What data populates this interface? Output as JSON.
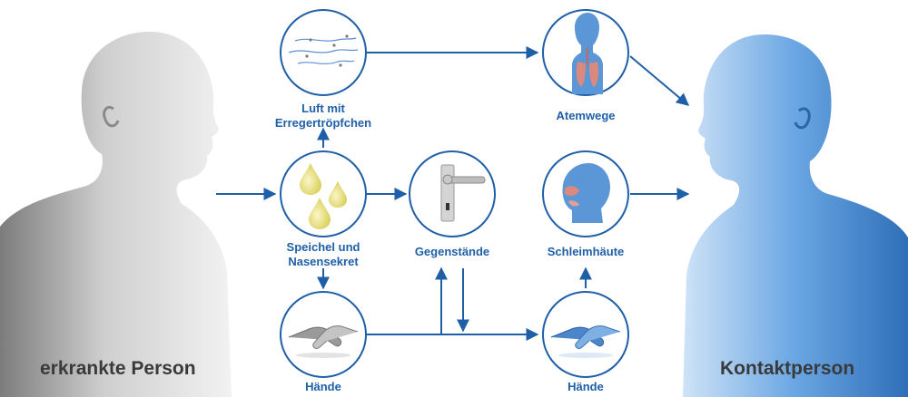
{
  "left_person": {
    "label": "erkrankte Person"
  },
  "right_person": {
    "label": "Kontaktperson"
  },
  "nodes": {
    "air": {
      "label_line1": "Luft mit",
      "label_line2": "Erregertröpfchen",
      "icon": "aerosol-droplets-icon"
    },
    "saliva": {
      "label_line1": "Speichel und",
      "label_line2": "Nasensekret",
      "icon": "saliva-drops-icon"
    },
    "hands_left": {
      "label": "Hände",
      "icon": "handshake-icon"
    },
    "objects": {
      "label": "Gegenstände",
      "icon": "door-handle-icon"
    },
    "airways": {
      "label": "Atemwege",
      "icon": "respiratory-tract-icon"
    },
    "mucosa": {
      "label": "Schleimhäute",
      "icon": "head-mucosa-icon"
    },
    "hands_right": {
      "label": "Hände",
      "icon": "handshake-icon"
    }
  },
  "colors": {
    "accent": "#1f5fa8",
    "infected": "#b8b8b8",
    "contact": "#4a90d9",
    "drop": "#e6df7a"
  }
}
